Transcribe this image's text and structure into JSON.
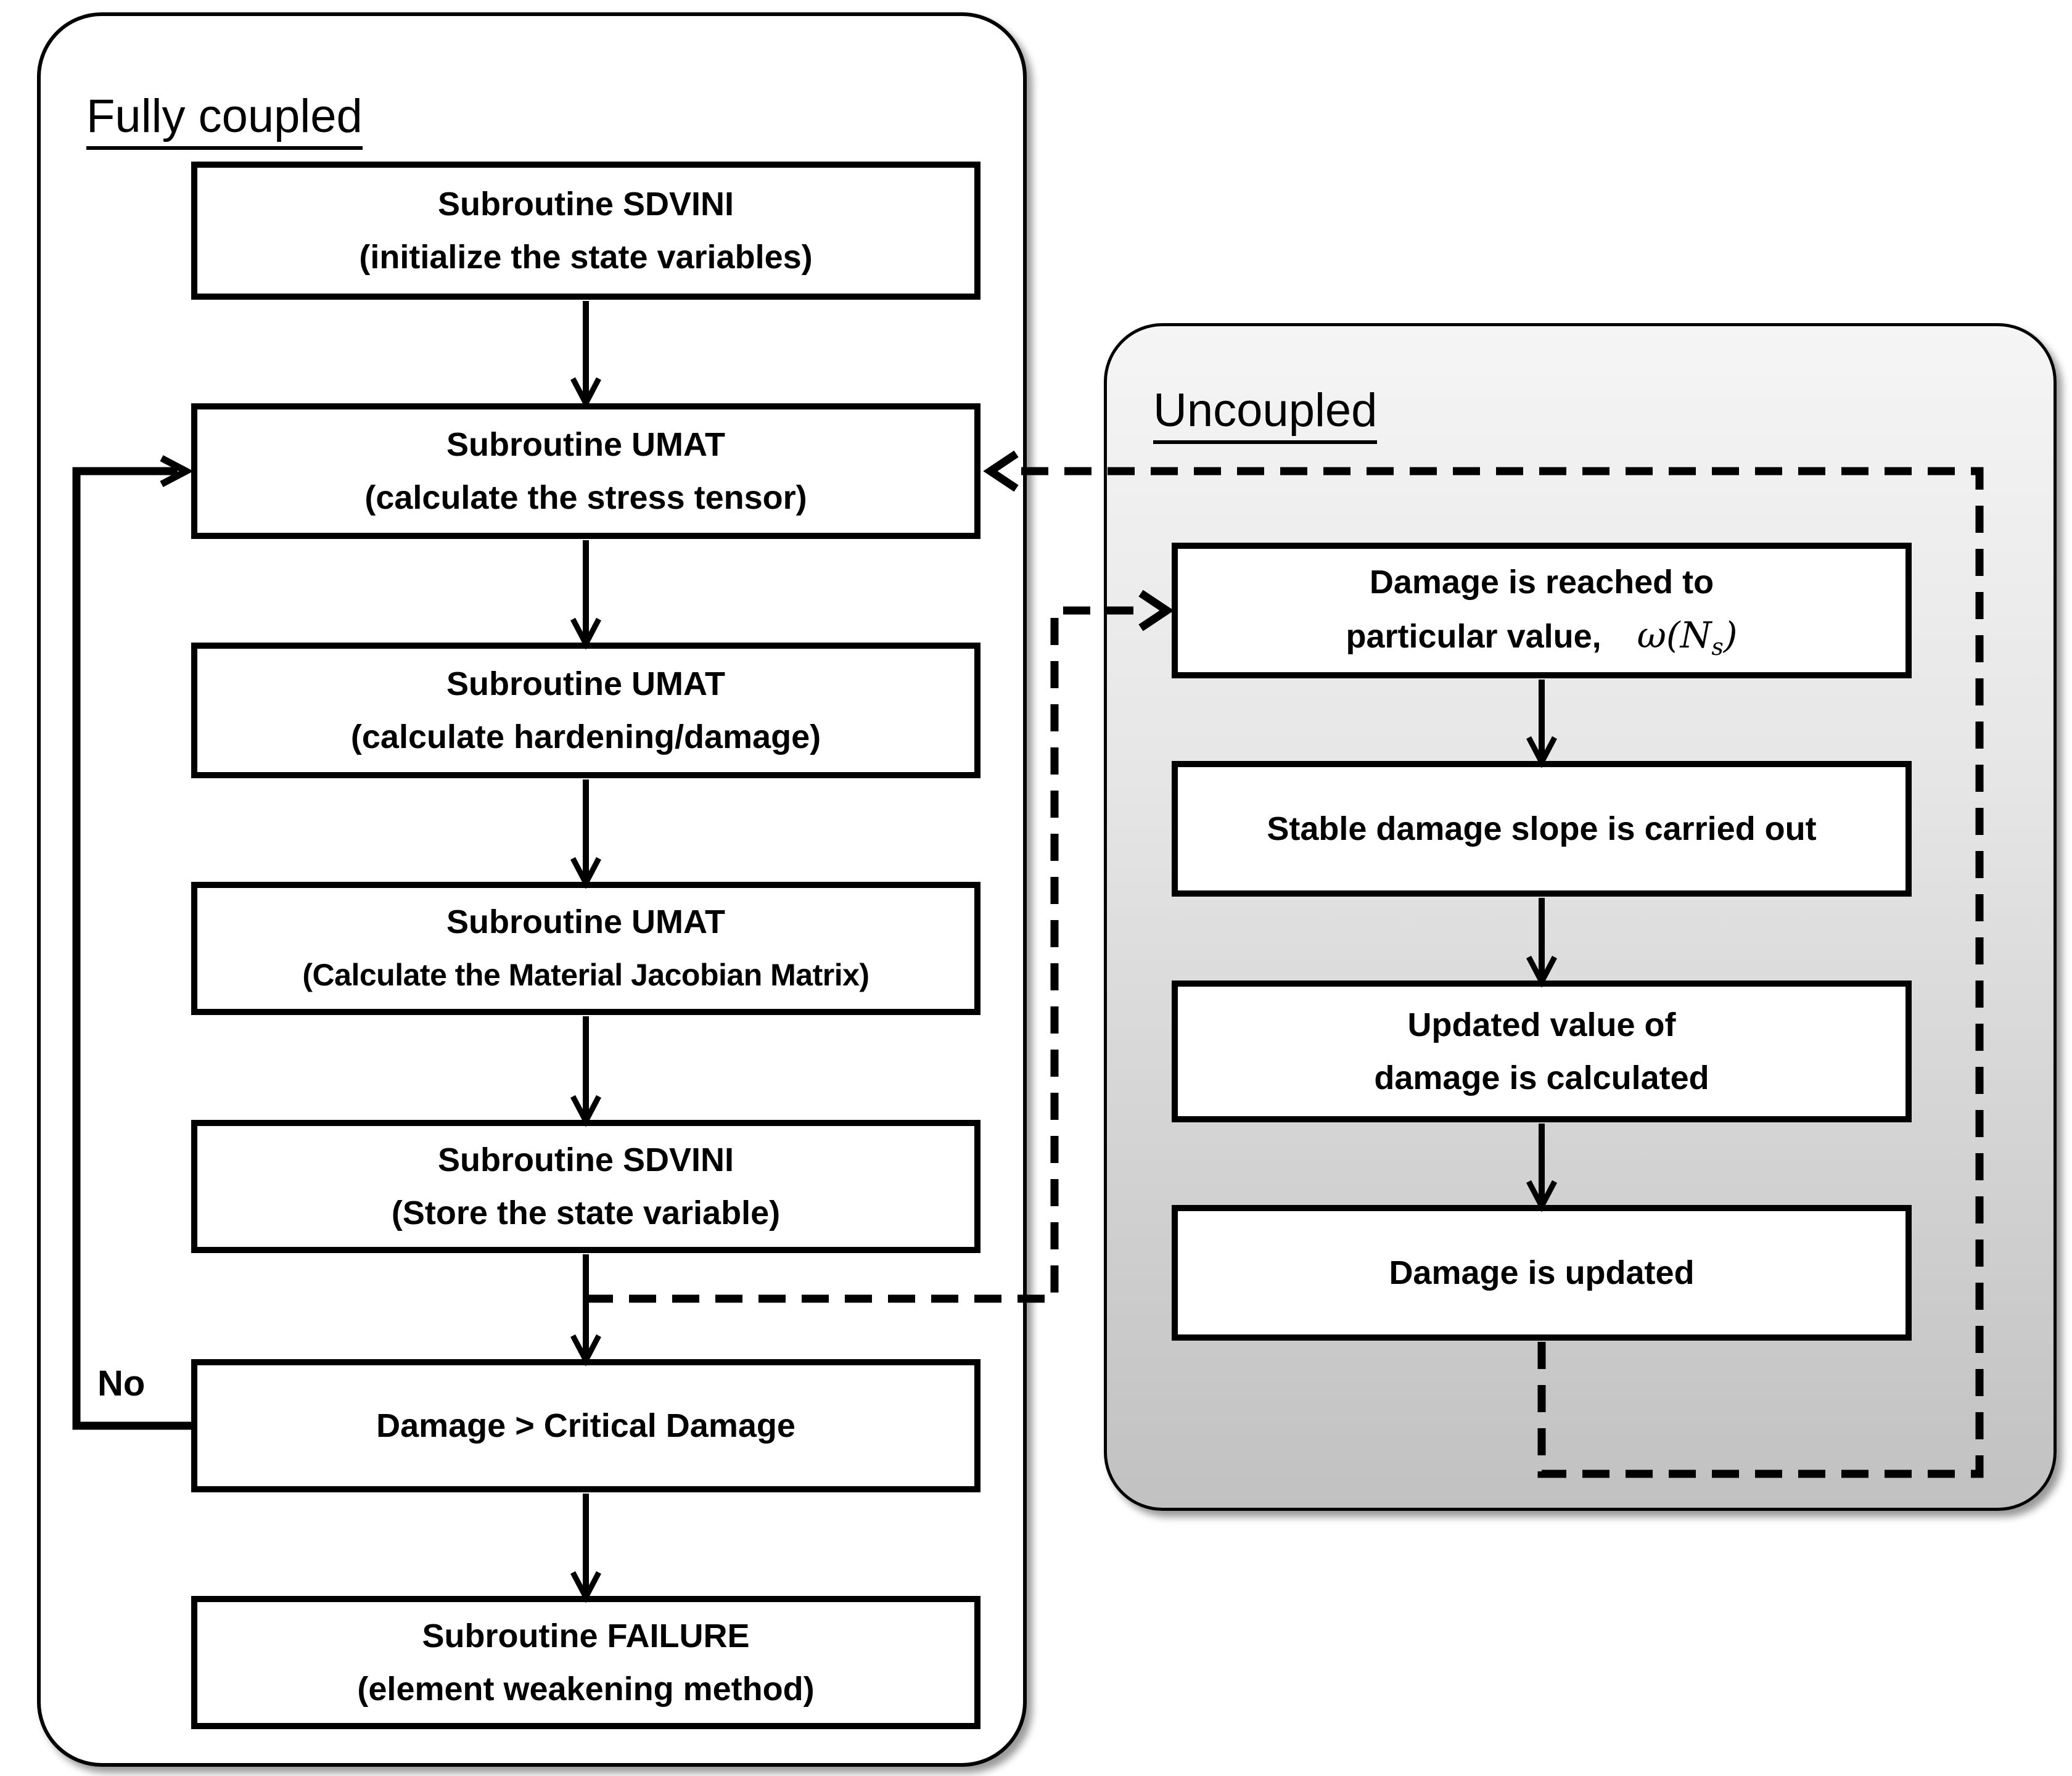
{
  "diagram": {
    "left_panel": {
      "title": "Fully coupled",
      "no_label": "No",
      "boxes": [
        {
          "line1": "Subroutine SDVINI",
          "line2": "(initialize the state variables)"
        },
        {
          "line1": "Subroutine UMAT",
          "line2": "(calculate the stress tensor)"
        },
        {
          "line1": "Subroutine UMAT",
          "line2": "(calculate hardening/damage)"
        },
        {
          "line1": "Subroutine UMAT",
          "line2": "(Calculate the Material Jacobian Matrix)"
        },
        {
          "line1": "Subroutine SDVINI",
          "line2": "(Store the state variable)"
        },
        {
          "line1": "Damage > Critical Damage",
          "line2": ""
        },
        {
          "line1": "Subroutine FAILURE",
          "line2": "(element weakening method)"
        }
      ]
    },
    "right_panel": {
      "title": "Uncoupled",
      "boxes": [
        {
          "line1": "Damage is reached to",
          "line2": "particular value,",
          "formula": {
            "omega": "ω",
            "open": "(",
            "symbol": "N",
            "subscript": "s",
            "close": ")"
          }
        },
        {
          "line1": "Stable damage slope is carried out",
          "line2": ""
        },
        {
          "line1": "Updated value of",
          "line2": "damage is calculated"
        },
        {
          "line1": "Damage is updated",
          "line2": ""
        }
      ]
    },
    "colors": {
      "line": "#000000",
      "box_fill": "#ffffff",
      "left_panel_fill": "#ffffff",
      "right_panel_fill_top": "#f5f5f5",
      "right_panel_fill_bottom": "#c1c1c1"
    }
  }
}
